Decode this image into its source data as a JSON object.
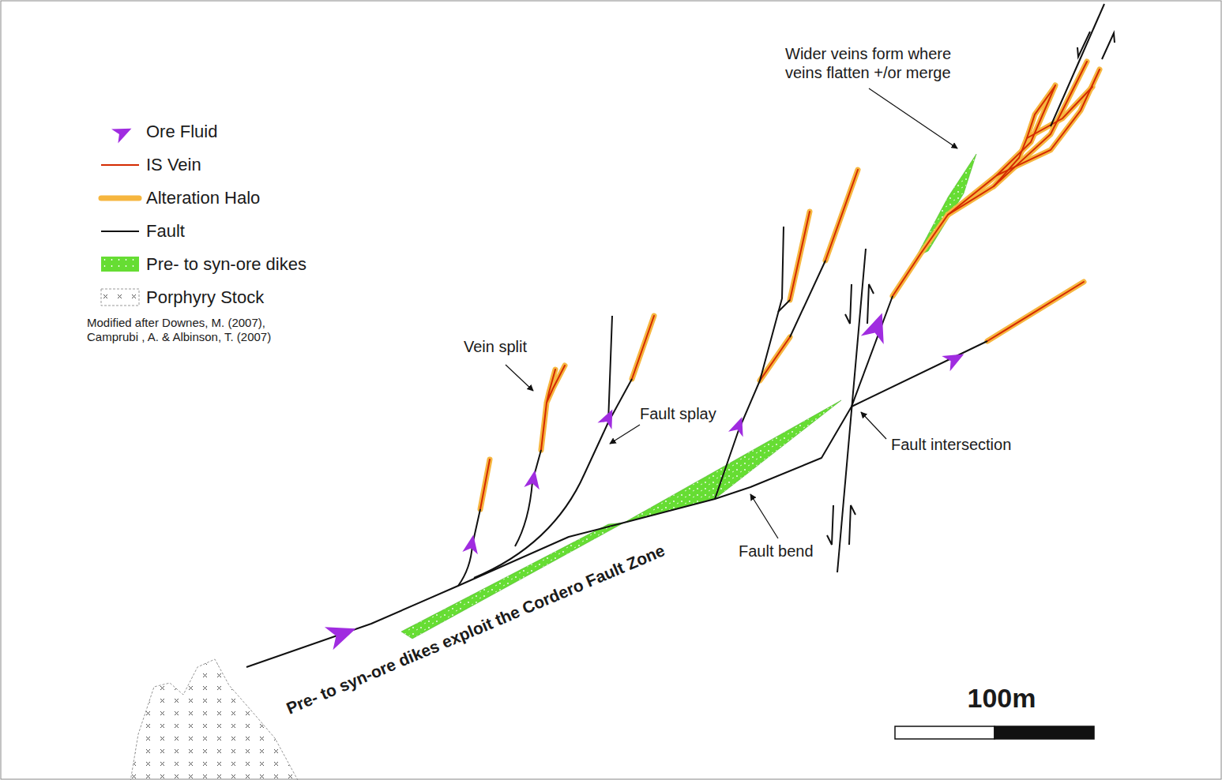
{
  "diagram": {
    "labels": [
      "Modified after Downes, M. (2007), Camprubi , A. & Albinson, T. (2007)",
      "Vein split",
      "Fault splay",
      "Wider veins form where veins flatten +/or merge",
      "Fault intersection",
      "Fault bend",
      "Pre- to syn-ore dikes exploit the Cordero Fault Zone",
      "100m"
    ],
    "legend": [
      {
        "text": "Ore Fluid"
      },
      {
        "text": "IS Vein"
      },
      {
        "text": "Alteration Halo"
      },
      {
        "text": "Fault"
      },
      {
        "text": "Pre- to syn-ore dikes",
        "color": "#66dd33"
      },
      {
        "text": "Porphyry Stock"
      }
    ]
  }
}
